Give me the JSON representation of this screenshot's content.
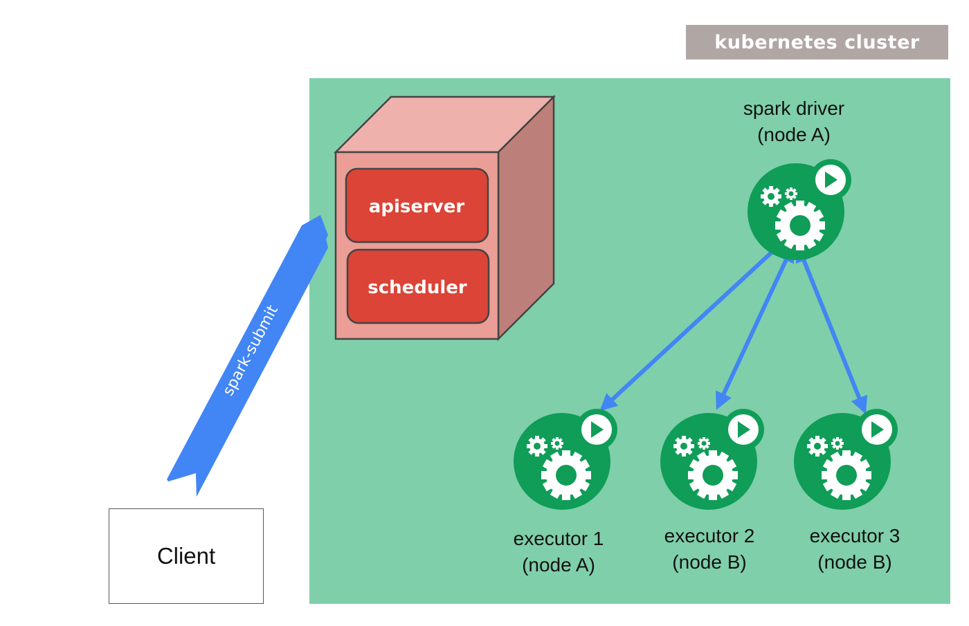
{
  "cluster": {
    "label": "kubernetes cluster",
    "background_color": "#7fcfaa"
  },
  "master": {
    "components": [
      {
        "label": "apiserver"
      },
      {
        "label": "scheduler"
      }
    ],
    "component_color": "#db4437"
  },
  "client": {
    "label": "Client"
  },
  "submit_arrow": {
    "label": "spark-submit",
    "color": "#4285f4"
  },
  "driver": {
    "title": "spark driver",
    "node": "(node A)"
  },
  "executors": [
    {
      "title": "executor 1",
      "node": "(node A)"
    },
    {
      "title": "executor 2",
      "node": "(node B)"
    },
    {
      "title": "executor 3",
      "node": "(node B)"
    }
  ],
  "colors": {
    "pod_green": "#0f9d58",
    "arrow_blue": "#4285f4",
    "cube_front": "#ea9e96",
    "cube_top": "#efb1ab",
    "cube_side": "#bd7f79"
  }
}
